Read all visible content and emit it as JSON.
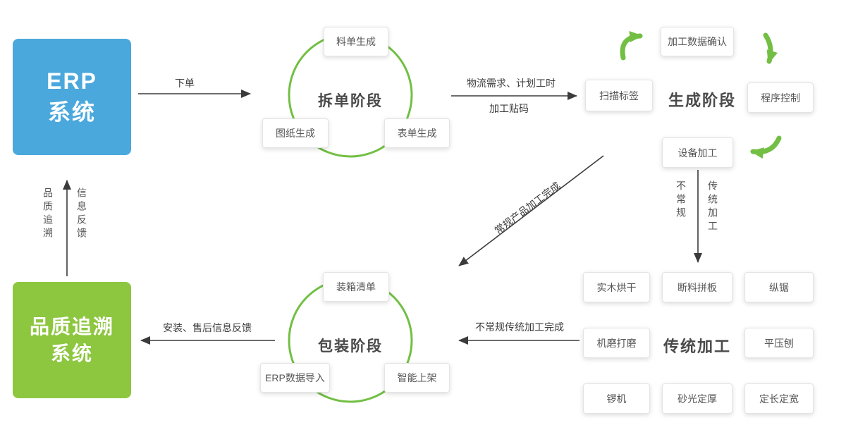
{
  "colors": {
    "blue": "#4AA8DC",
    "green": "#8DC63F",
    "green_arc": "#72BF44",
    "arrow": "#3B3B3B"
  },
  "erp": {
    "line1": "ERP",
    "line2": "系统"
  },
  "quality": {
    "line1": "品质追溯",
    "line2": "系统"
  },
  "feedback_channel": {
    "left": "品质追溯",
    "right": "信息反馈"
  },
  "labels": {
    "order": "下单",
    "logistics1": "物流需求、计划工时",
    "logistics2": "加工贴码",
    "regular_done": "常规产品加工完成",
    "unconventional_done": "不常规传统加工完成",
    "install_feedback": "安装、售后信息反馈",
    "branch_left": "不常规",
    "branch_right": "传统加工"
  },
  "split_stage": {
    "title": "拆单阶段",
    "top": "料单生成",
    "bottom_left": "图纸生成",
    "bottom_right": "表单生成"
  },
  "generation_stage": {
    "title": "生成阶段",
    "scan": "扫描标签",
    "confirm": "加工数据确认",
    "program": "程序控制",
    "device": "设备加工"
  },
  "packing_stage": {
    "title": "包装阶段",
    "top": "装箱清单",
    "bottom_left": "ERP数据导入",
    "bottom_right": "智能上架"
  },
  "traditional_stage": {
    "title": "传统加工",
    "boxes": [
      "实木烘干",
      "断料拼板",
      "纵锯",
      "机磨打磨",
      "平压刨",
      "锣机",
      "砂光定厚",
      "定长定宽"
    ]
  }
}
